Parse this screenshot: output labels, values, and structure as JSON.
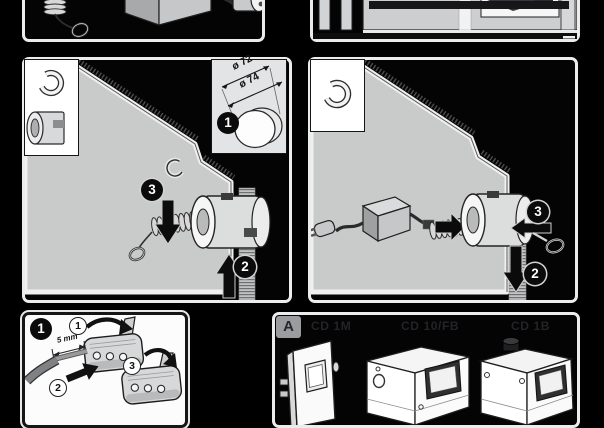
{
  "colors": {
    "page_bg": "#000000",
    "panel_frame": "#ececec",
    "wall_gray": "#c9cbca",
    "inset_gray": "#e3e4e5",
    "badge_black": "#0b0b0c",
    "section_badge_gray": "#9b9ca0",
    "model_text": "#232329"
  },
  "top_left_panel": {
    "icons": [
      "coil-spring-with-pull-ring",
      "power-adapter-box",
      "motor-head-with-cables"
    ]
  },
  "top_right_panel": {
    "icons": [
      "roller-shutter-box-cutaway"
    ]
  },
  "mid_left_panel": {
    "icons": [
      "c-clip",
      "crown-adapter",
      "octagonal-shutter-wall",
      "belt-strip",
      "tension-spring",
      "adapter-hub"
    ],
    "detail_inset": {
      "badge": "1",
      "dim_outer": "ø 72",
      "dim_inner": "ø 74"
    },
    "steps": {
      "insert_clip": "3",
      "slide_up": "2"
    }
  },
  "mid_right_panel": {
    "icons": [
      "c-clip",
      "octagonal-shutter-wall",
      "belt-strip",
      "power-adapter-box",
      "mains-plug",
      "tension-spring",
      "adapter-hub",
      "cotter-pin"
    ],
    "steps": {
      "secure_pin": "3",
      "slide_down": "2"
    }
  },
  "bottom_left_panel": {
    "badge": "1",
    "strip_length": "5 mm",
    "icons": [
      "lever-terminal-block",
      "stripped-wire"
    ],
    "steps": {
      "open_lever": "1",
      "insert_wire": "2",
      "close_lever": "3"
    }
  },
  "bottom_right_panel": {
    "section_label": "A",
    "models": [
      "CD 1M",
      "CD 10/FB",
      "CD 1B"
    ],
    "icons": [
      "wall-plate-device",
      "display-box-device",
      "display-box-device-with-cap"
    ]
  }
}
